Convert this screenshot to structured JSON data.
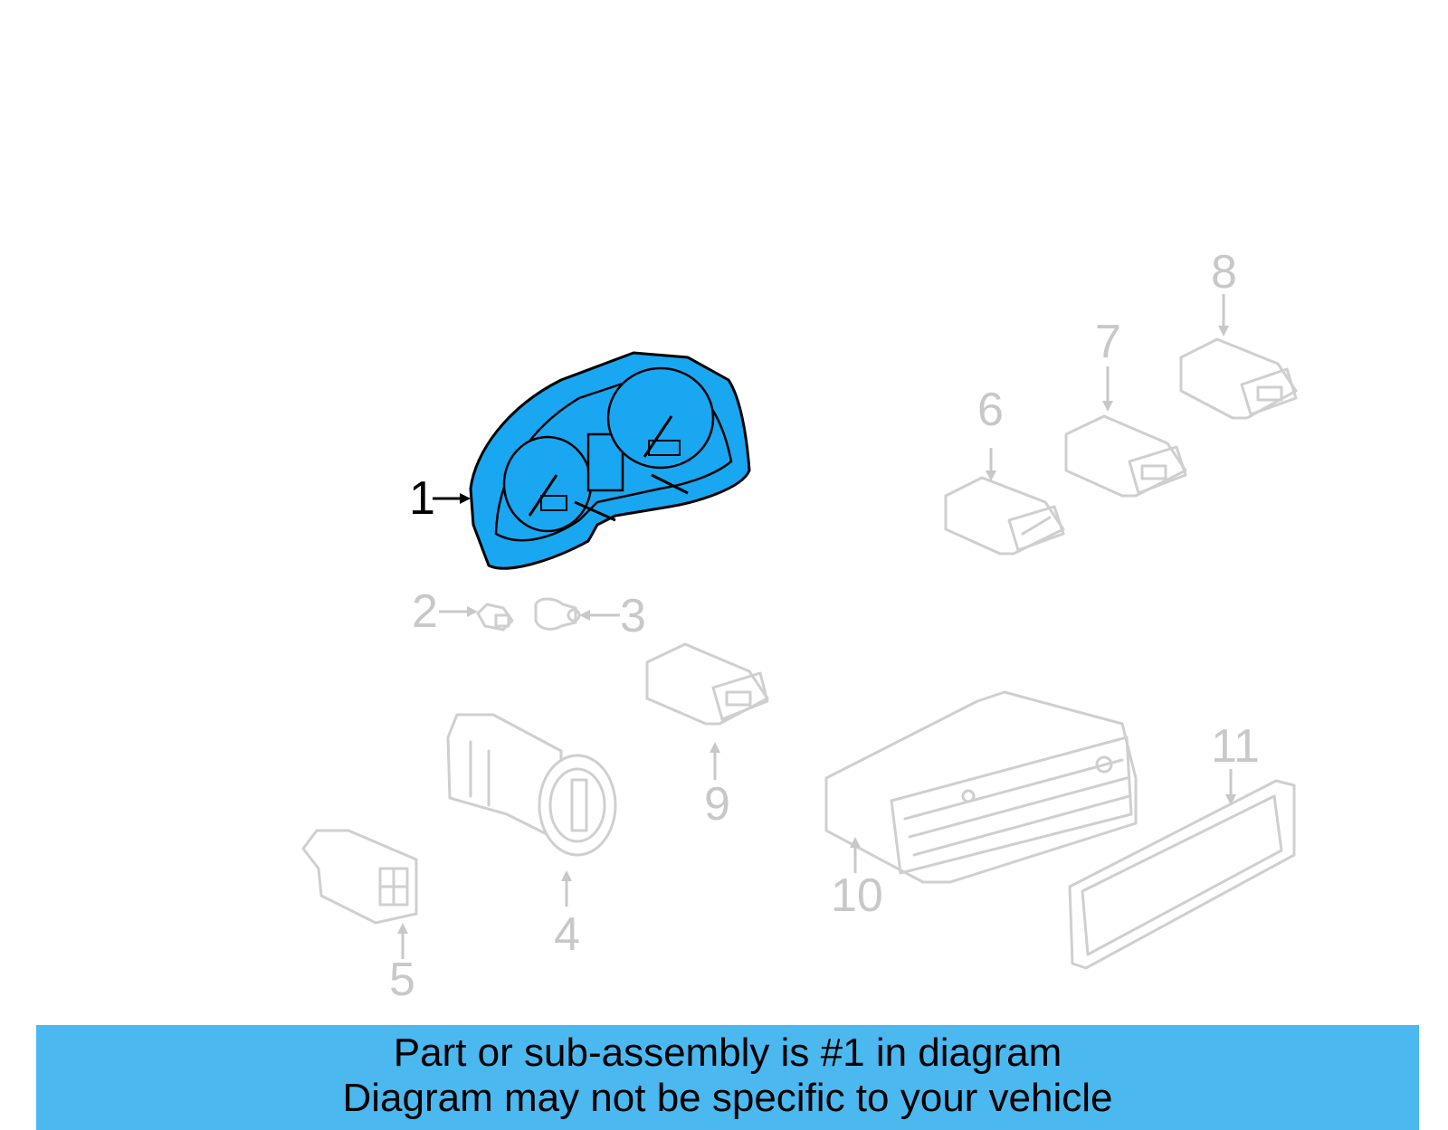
{
  "callouts": {
    "c1": "1",
    "c2": "2",
    "c3": "3",
    "c4": "4",
    "c5": "5",
    "c6": "6",
    "c7": "7",
    "c8": "8",
    "c9": "9",
    "c10": "10",
    "c11": "11"
  },
  "banner": {
    "line1": "Part or sub-assembly is #1 in diagram",
    "line2": "Diagram may not be specific to your vehicle"
  },
  "colors": {
    "highlight": "#1aa7f2",
    "banner": "#4bb8f0",
    "ghost": "#c8c8c8"
  }
}
